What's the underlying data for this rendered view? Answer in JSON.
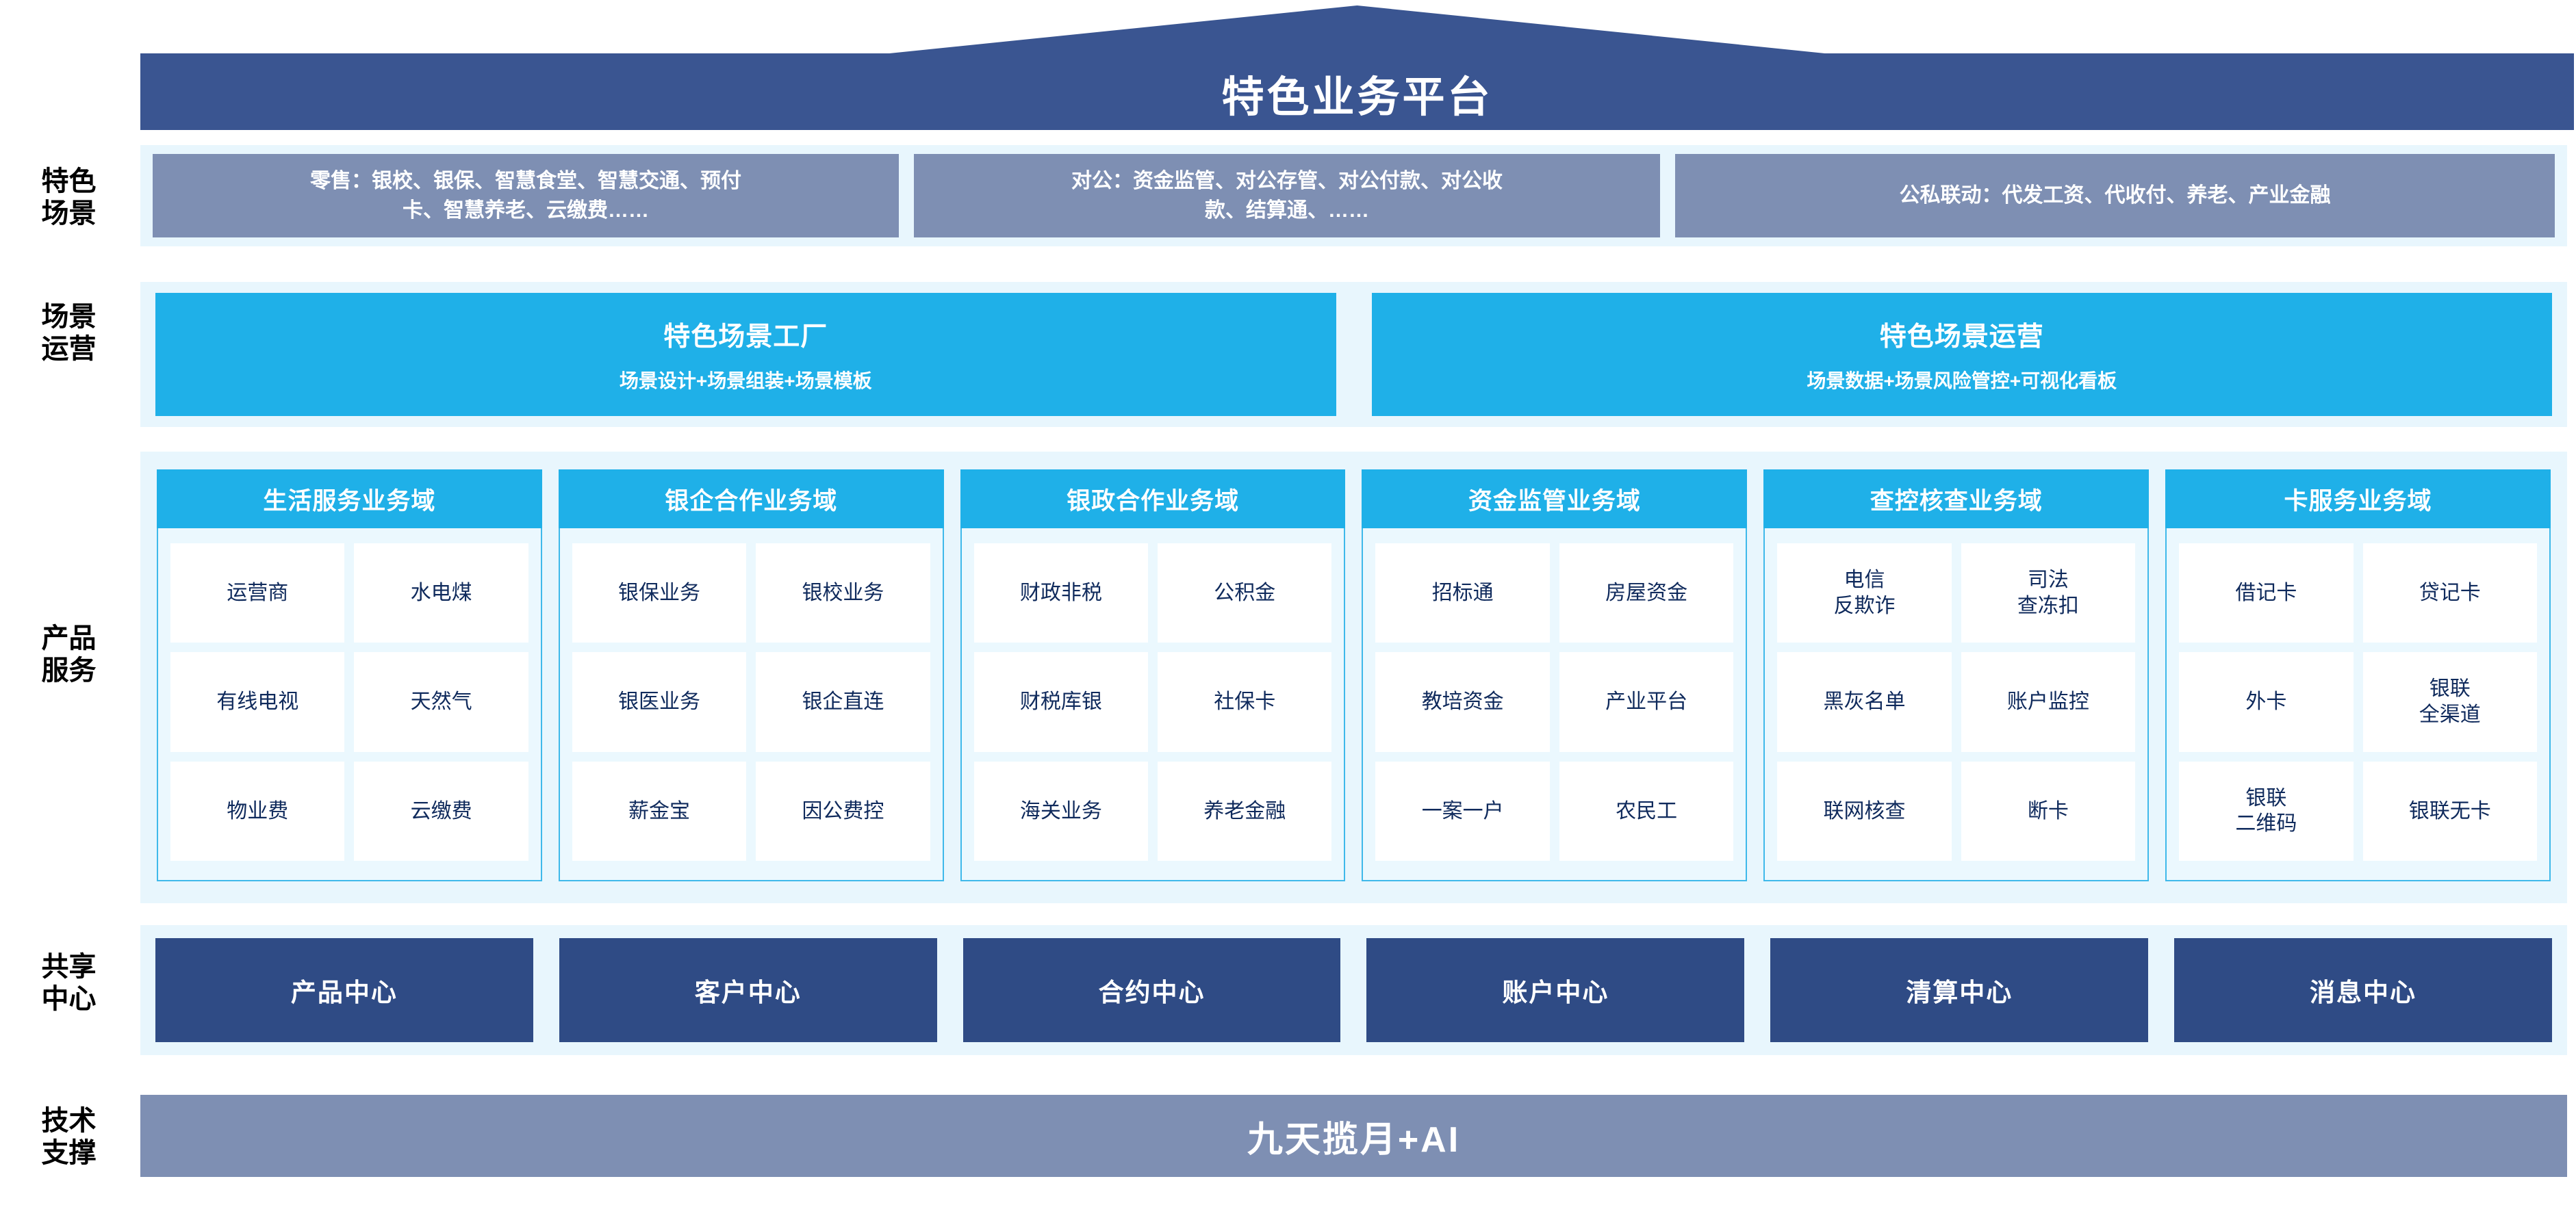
{
  "header": {
    "title": "特色业务平台"
  },
  "row_labels": {
    "scenario": "特色\n场景",
    "operations": "场景\n运营",
    "products": "产品\n服务",
    "shared": "共享\n中心",
    "tech": "技术\n支撑"
  },
  "scenario": {
    "boxes": [
      {
        "text": "零售：银校、银保、智慧食堂、智慧交通、预付\n卡、智慧养老、云缴费……"
      },
      {
        "text": "对公：资金监管、对公存管、对公付款、对公收\n款、结算通、……"
      },
      {
        "text": "公私联动：代发工资、代收付、养老、产业金融"
      }
    ]
  },
  "operations": {
    "boxes": [
      {
        "title": "特色场景工厂",
        "subtitle": "场景设计+场景组装+场景模板"
      },
      {
        "title": "特色场景运营",
        "subtitle": "场景数据+场景风险管控+可视化看板"
      }
    ]
  },
  "products": {
    "columns": [
      {
        "title": "生活服务业务域",
        "cells": [
          "运营商",
          "水电煤",
          "有线电视",
          "天然气",
          "物业费",
          "云缴费"
        ]
      },
      {
        "title": "银企合作业务域",
        "cells": [
          "银保业务",
          "银校业务",
          "银医业务",
          "银企直连",
          "薪金宝",
          "因公费控"
        ]
      },
      {
        "title": "银政合作业务域",
        "cells": [
          "财政非税",
          "公积金",
          "财税库银",
          "社保卡",
          "海关业务",
          "养老金融"
        ]
      },
      {
        "title": "资金监管业务域",
        "cells": [
          "招标通",
          "房屋资金",
          "教培资金",
          "产业平台",
          "一案一户",
          "农民工"
        ]
      },
      {
        "title": "查控核查业务域",
        "cells": [
          "电信\n反欺诈",
          "司法\n查冻扣",
          "黑灰名单",
          "账户监控",
          "联网核查",
          "断卡"
        ]
      },
      {
        "title": "卡服务业务域",
        "cells": [
          "借记卡",
          "贷记卡",
          "外卡",
          "银联\n全渠道",
          "银联\n二维码",
          "银联无卡"
        ]
      }
    ]
  },
  "shared": {
    "boxes": [
      "产品中心",
      "客户中心",
      "合约中心",
      "账户中心",
      "清算中心",
      "消息中心"
    ]
  },
  "tech": {
    "label": "九天揽月+AI"
  },
  "colors": {
    "roof_navy": "#3a5591",
    "band_bg": "#e8f6fd",
    "scenario_slate": "#7e8fb3",
    "cyan": "#1fb0e8",
    "shared_navy": "#2f4b85",
    "cell_text": "#0f2a5c"
  }
}
